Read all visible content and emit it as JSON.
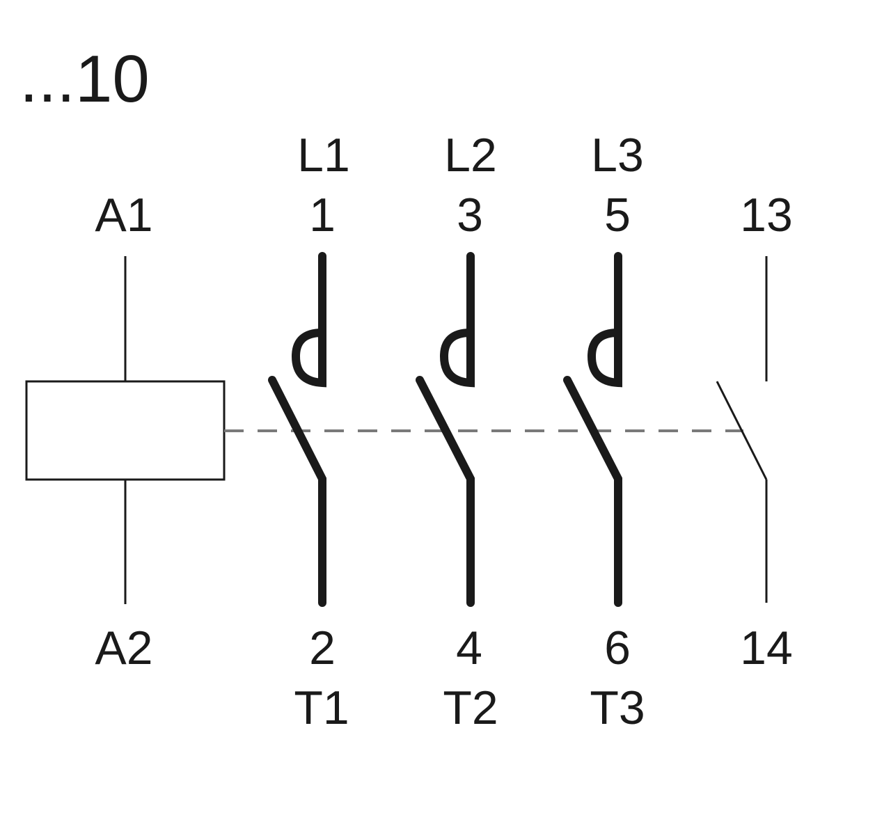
{
  "diagram": {
    "title": "...10",
    "coil": {
      "top_label": "A1",
      "bottom_label": "A2"
    },
    "poles": [
      {
        "line_label": "L1",
        "top_terminal": "1",
        "bottom_terminal": "2",
        "load_label": "T1"
      },
      {
        "line_label": "L2",
        "top_terminal": "3",
        "bottom_terminal": "4",
        "load_label": "T2"
      },
      {
        "line_label": "L3",
        "top_terminal": "5",
        "bottom_terminal": "6",
        "load_label": "T3"
      }
    ],
    "aux_contact": {
      "top_terminal": "13",
      "bottom_terminal": "14"
    },
    "colors": {
      "stroke": "#1a1a1a",
      "link": "#7a7a7a"
    }
  }
}
